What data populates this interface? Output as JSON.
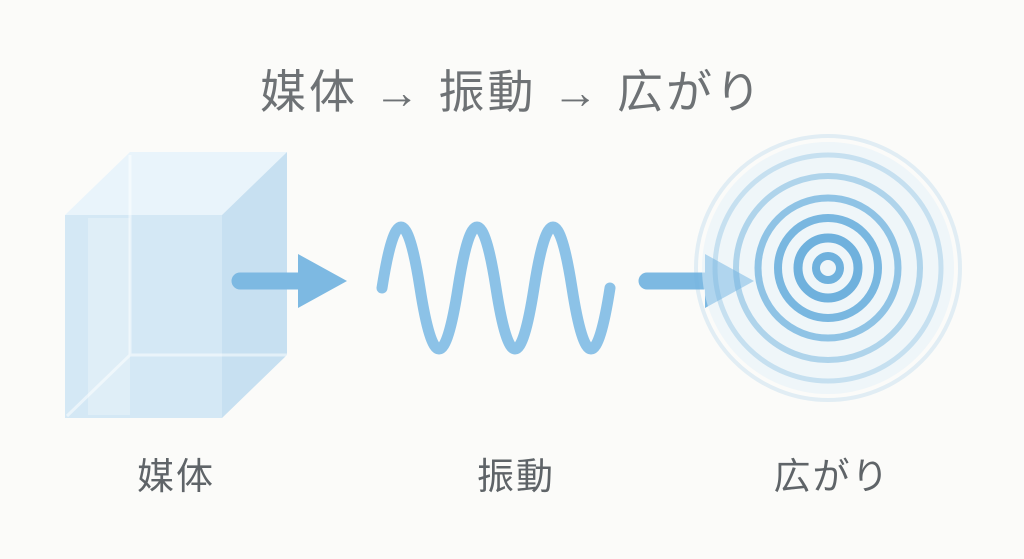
{
  "page": {
    "title": "媒体 → 振動 → 広がり"
  },
  "diagram": {
    "steps": [
      {
        "id": "medium",
        "label": "媒体",
        "icon": "cube-icon"
      },
      {
        "id": "vibration",
        "label": "振動",
        "icon": "wave-icon"
      },
      {
        "id": "spread",
        "label": "広がり",
        "icon": "ripples-icon"
      }
    ],
    "connector_icon": "arrow-right-icon"
  },
  "colors": {
    "background": "#fbfbf9",
    "title_text": "#6e7275",
    "label_text": "#5f6468",
    "arrow": "#7db9e2",
    "wave": "#8cc2e7",
    "cube_top": "#e9f4fb",
    "cube_front": "#d4e8f5",
    "cube_side": "#c7e0f1",
    "ring": "#6fb1dd",
    "ring_glow": "#e3f1fa"
  }
}
